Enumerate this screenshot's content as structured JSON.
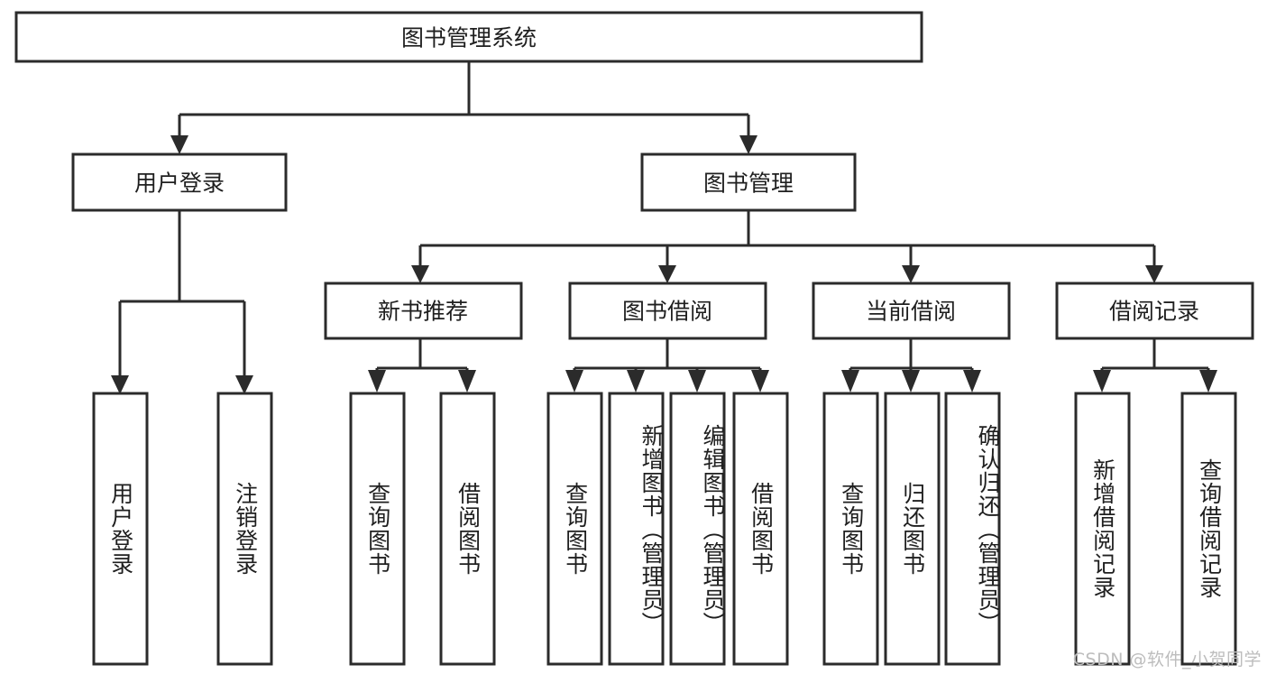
{
  "diagram": {
    "type": "tree-hierarchy",
    "title": "图书管理系统",
    "root": {
      "id": "root",
      "label": "图书管理系统"
    },
    "level2": [
      {
        "id": "user-login",
        "label": "用户登录"
      },
      {
        "id": "book-management",
        "label": "图书管理"
      }
    ],
    "level3": [
      {
        "id": "new-book-recommend",
        "label": "新书推荐",
        "parent": "book-management"
      },
      {
        "id": "book-borrow",
        "label": "图书借阅",
        "parent": "book-management"
      },
      {
        "id": "current-borrow",
        "label": "当前借阅",
        "parent": "book-management"
      },
      {
        "id": "borrow-record",
        "label": "借阅记录",
        "parent": "book-management"
      }
    ],
    "leaves": [
      {
        "id": "leaf-user-login",
        "label": "用户登录",
        "parent": "user-login"
      },
      {
        "id": "leaf-logout-login",
        "label": "注销登录",
        "parent": "user-login"
      },
      {
        "id": "leaf-query-book-1",
        "label": "查询图书",
        "parent": "new-book-recommend"
      },
      {
        "id": "leaf-borrow-book-1",
        "label": "借阅图书",
        "parent": "new-book-recommend"
      },
      {
        "id": "leaf-query-book-2",
        "label": "查询图书",
        "parent": "book-borrow"
      },
      {
        "id": "leaf-add-book",
        "label": "新增图书（管理员）",
        "parent": "book-borrow"
      },
      {
        "id": "leaf-edit-book",
        "label": "编辑图书（管理员）",
        "parent": "book-borrow"
      },
      {
        "id": "leaf-borrow-book-2",
        "label": "借阅图书",
        "parent": "book-borrow"
      },
      {
        "id": "leaf-query-book-3",
        "label": "查询图书",
        "parent": "current-borrow"
      },
      {
        "id": "leaf-return-book",
        "label": "归还图书",
        "parent": "current-borrow"
      },
      {
        "id": "leaf-confirm-return",
        "label": "确认归还（管理员）",
        "parent": "current-borrow"
      },
      {
        "id": "leaf-add-record",
        "label": "新增借阅记录",
        "parent": "borrow-record"
      },
      {
        "id": "leaf-query-record",
        "label": "查询借阅记录",
        "parent": "borrow-record"
      }
    ],
    "watermark": "CSDN @软件_小贺同学",
    "colors": {
      "background": "#ffffff",
      "box_fill": "#ffffff",
      "box_stroke": "#2b2b2b",
      "text": "#1f1f1f",
      "watermark": "#bdbdbd"
    }
  }
}
